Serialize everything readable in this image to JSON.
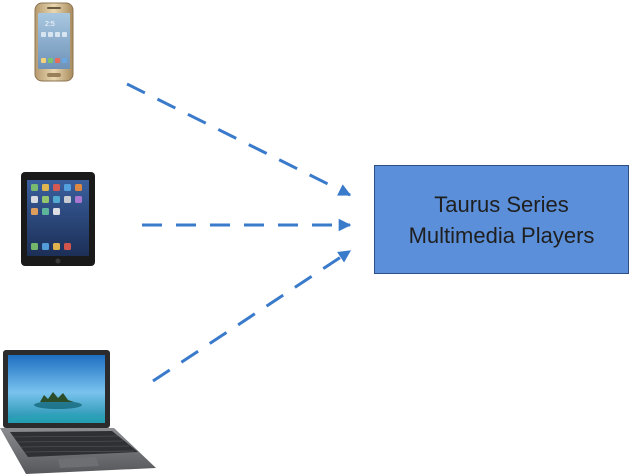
{
  "devices": [
    {
      "name": "smartphone"
    },
    {
      "name": "tablet"
    },
    {
      "name": "laptop"
    }
  ],
  "target": {
    "line1": "Taurus Series",
    "line2": "Multimedia Players",
    "fill_color": "#5b8fd9",
    "border_color": "#2d4f86"
  },
  "arrow_color": "#3a7acb"
}
